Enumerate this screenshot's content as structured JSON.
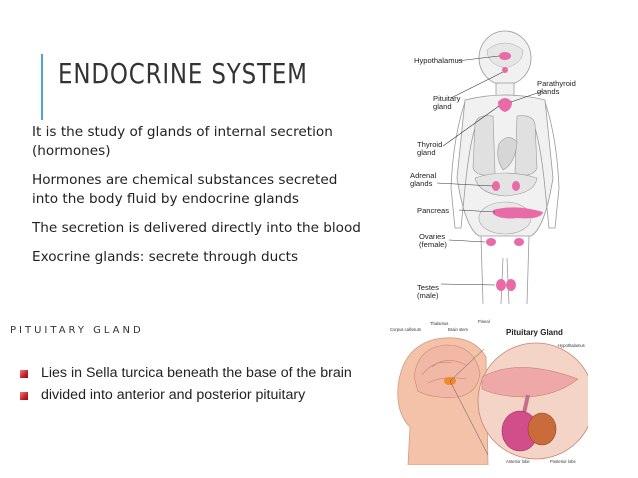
{
  "title": "ENDOCRINE SYSTEM",
  "paragraphs": [
    "It is the study of glands of internal secretion (hormones)",
    "Hormones are chemical substances  secreted into the body fluid by endocrine glands",
    "The secretion is delivered directly into the blood",
    "Exocrine glands: secrete through ducts"
  ],
  "subheading": "PITUITARY GLAND",
  "bullets": [
    "Lies in Sella turcica beneath the base of the brain",
    "divided into anterior and posterior pituitary"
  ],
  "body_figure": {
    "labels": {
      "hypothalamus": "Hypothalamus",
      "pituitary_1": "Pituitary",
      "pituitary_2": "gland",
      "parathyroid_1": "Parathyroid",
      "parathyroid_2": "glands",
      "thyroid_1": "Thyroid",
      "thyroid_2": "gland",
      "adrenal_1": "Adrenal",
      "adrenal_2": "glands",
      "pancreas": "Pancreas",
      "ovaries_1": "Ovaries",
      "ovaries_2": "(female)",
      "testes_1": "Testes",
      "testes_2": "(male)"
    }
  },
  "pituitary_figure": {
    "title": "Pituitary Gland",
    "labels": {
      "corpus_callosum": "Corpus callosum",
      "thalamus": "Thalamus",
      "brain_stem": "Brain stem",
      "pineal": "Pineal",
      "hypothalamus": "Hypothalamus",
      "anterior_lobe": "Anterior lobe",
      "posterior_lobe": "Posterior lobe"
    }
  },
  "colors": {
    "accent": "#4aa7c9",
    "bullet": "#c8202a",
    "gland": "#e86aa6"
  }
}
